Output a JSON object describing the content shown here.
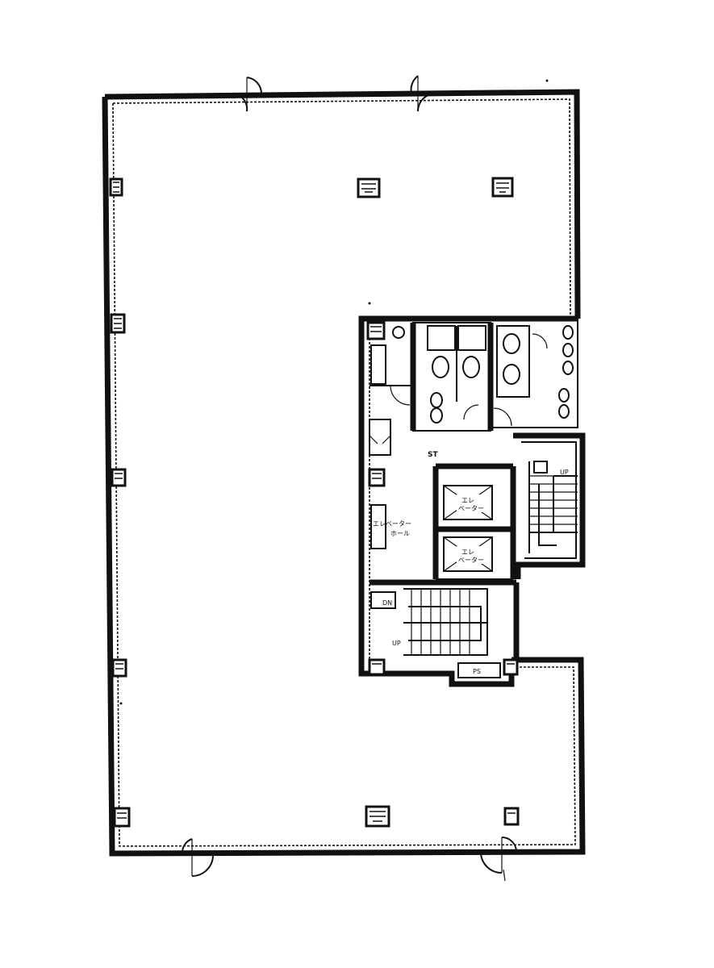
{
  "plan": {
    "labels": {
      "ev_hall_line1": "エレベーター",
      "ev_hall_line2": "ホール",
      "ev1_line1": "エレ",
      "ev1_line2": "ベーター",
      "ev2_line1": "エレ",
      "ev2_line2": "ベーター",
      "stair_up": "UP",
      "stair_dn": "DN",
      "stair_up2": "UP",
      "pantry": "ST",
      "ps": "PS"
    }
  }
}
